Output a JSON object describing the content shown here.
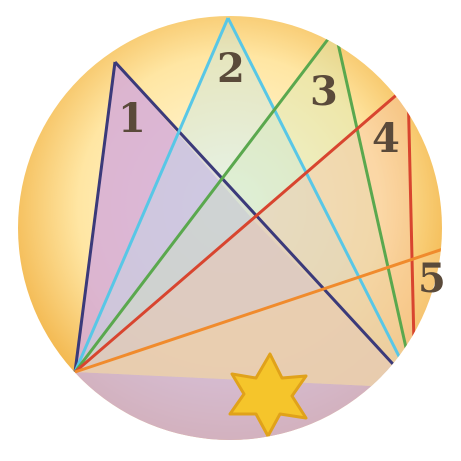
{
  "labels": {
    "one": "1",
    "two": "2",
    "three": "3",
    "four": "4",
    "five": "5"
  },
  "colors": {
    "disk_center": "#fff7d6",
    "disk_edge": "#f2b54a",
    "disk_lower": "#c9b3e3",
    "line1": "#3b3a7a",
    "line2": "#58c7e6",
    "line3": "#5aa84e",
    "line4": "#d8452f",
    "line5": "#f08b2d",
    "star": "#f5c52b",
    "star_stroke": "#e0a21a",
    "digit": "#5a4a3a"
  },
  "icons": {
    "star": "star-icon"
  }
}
